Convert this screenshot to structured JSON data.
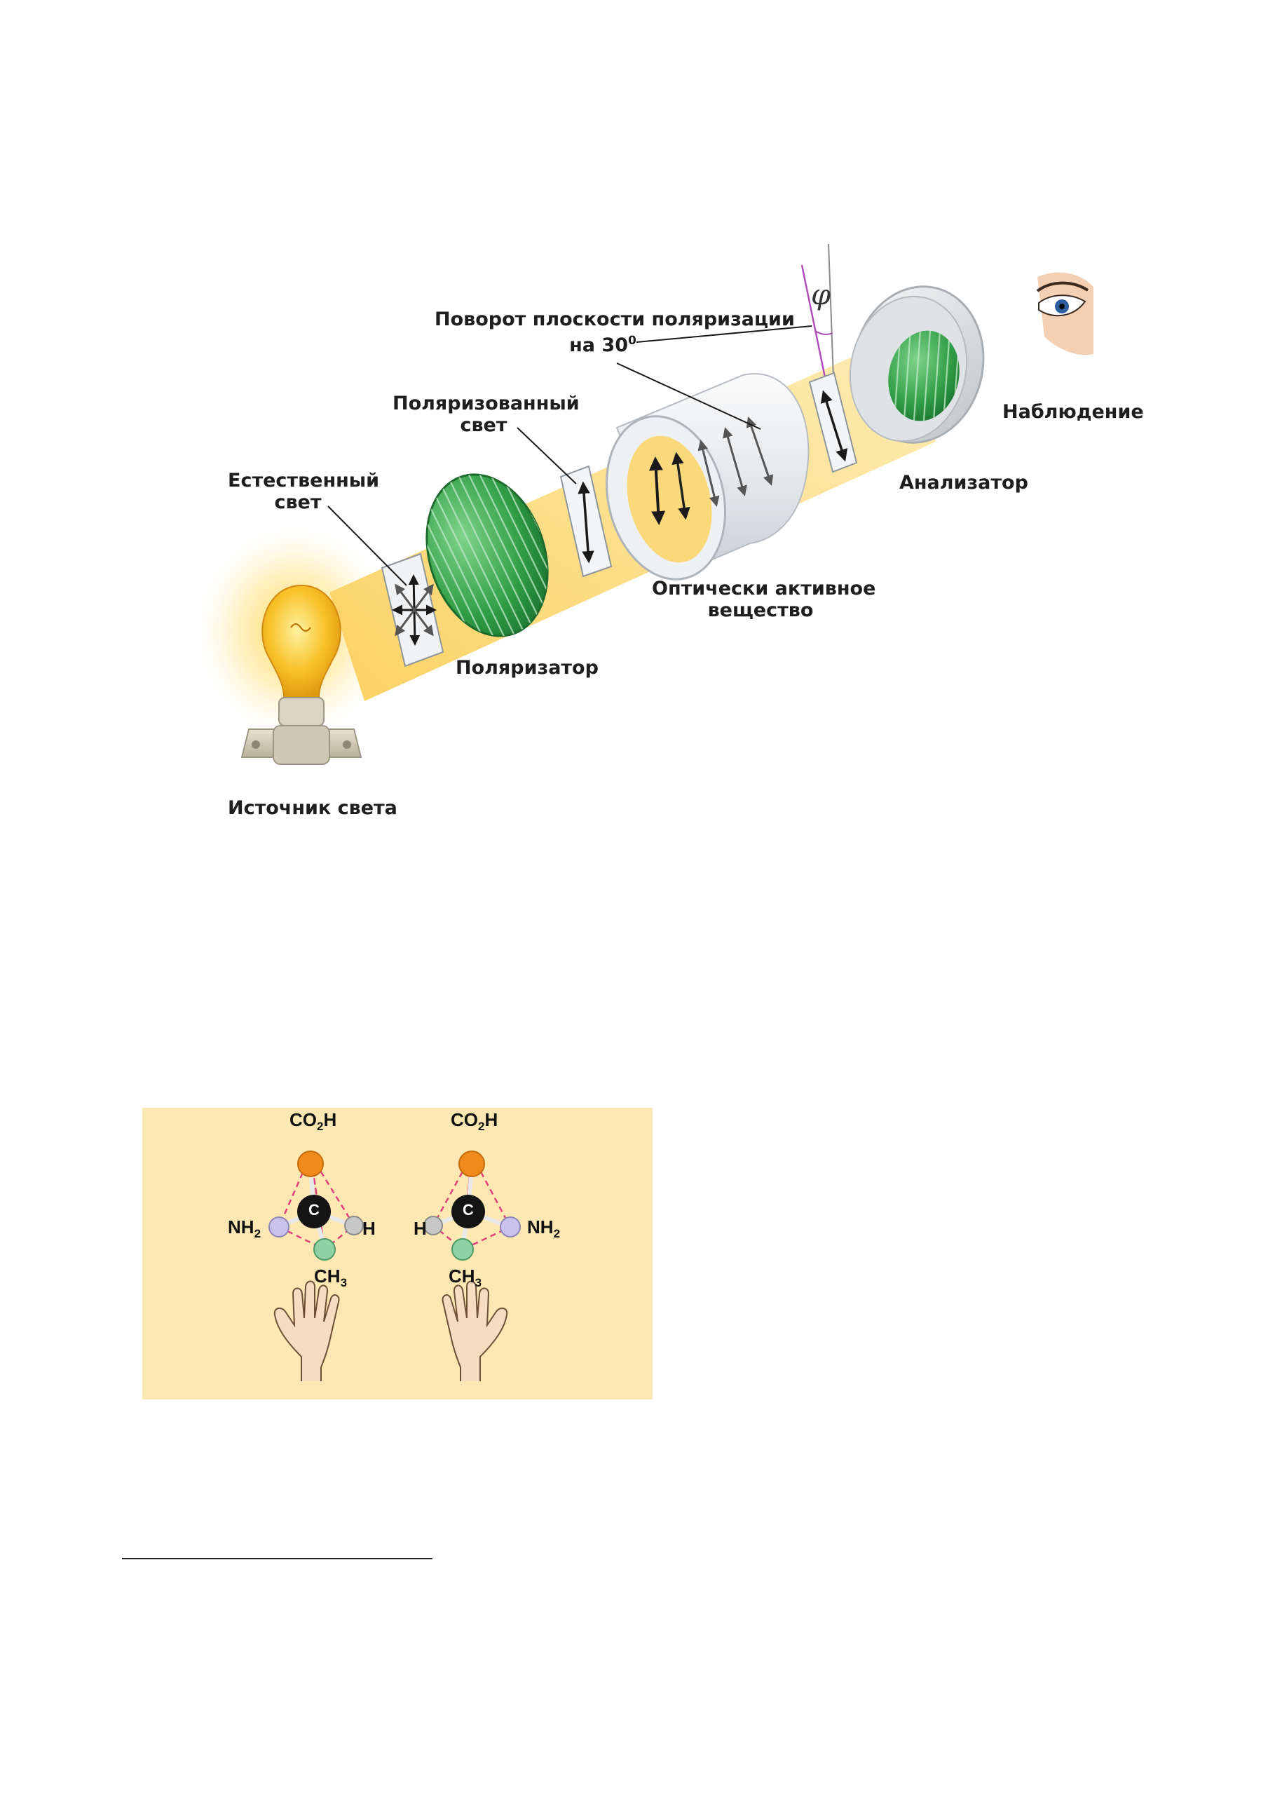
{
  "polarimeter": {
    "labels": {
      "rotation_line1": "Поворот плоскости поляризации",
      "rotation_line2": "на 30",
      "rotation_degree": "0",
      "phi": "φ",
      "polarized_line1": "Поляризованный",
      "polarized_line2": "свет",
      "natural_line1": "Естественный",
      "natural_line2": "свет",
      "polarizer": "Поляризатор",
      "light_source": "Источник света",
      "optically_active_line1": "Оптически активное",
      "optically_active_line2": "вещество",
      "analyzer": "Анализатор",
      "observation": "Наблюдение"
    },
    "colors": {
      "beam": "#fbd97a",
      "polaroid_green": "#3fae4f",
      "cylinder": "#e9ecee",
      "angle_lines": "#b04ab8",
      "bulb": "#f6b21c"
    }
  },
  "enantiomers": {
    "background": "#fde8b4",
    "left": {
      "top": "CO",
      "top_sub": "2",
      "top_end": "H",
      "center": "C",
      "left_group": "NH",
      "left_sub": "2",
      "right_group": "H",
      "bottom": "CH",
      "bottom_sub": "3"
    },
    "right": {
      "top": "CO",
      "top_sub": "2",
      "top_end": "H",
      "center": "C",
      "left_group": "H",
      "right_group": "NH",
      "right_sub": "2",
      "bottom": "CH",
      "bottom_sub": "3"
    },
    "atom_colors": {
      "carboxyl": "#f08a1a",
      "carbon": "#141414",
      "amino": "#c9c2ec",
      "hydrogen": "#c8c8c8",
      "methyl": "#8fd1a4"
    }
  }
}
